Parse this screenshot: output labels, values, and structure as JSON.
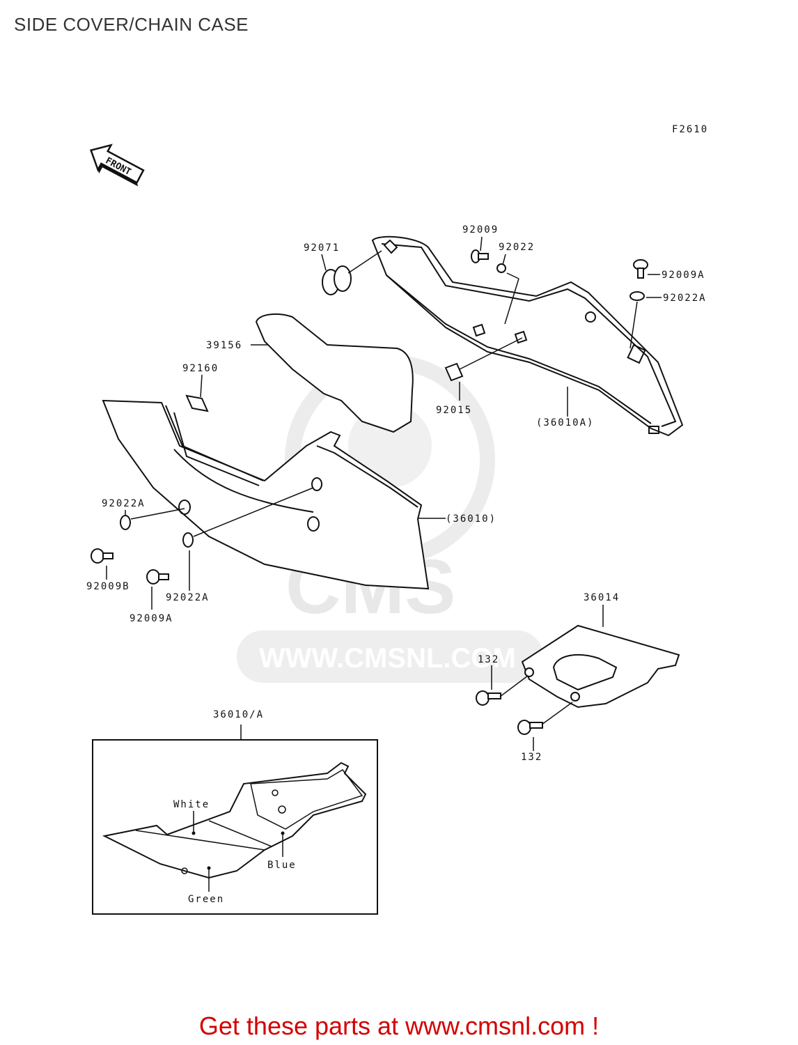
{
  "page": {
    "title": "SIDE COVER/CHAIN CASE",
    "figure_code": "F2610",
    "front_arrow": "FRONT",
    "footer": "Get these parts at www.cmsnl.com !"
  },
  "watermark": {
    "brand": "CMS",
    "url": "WWW.CMSNL.COM"
  },
  "parts": {
    "p92071": "92071",
    "p92009": "92009",
    "p92022": "92022",
    "p92009A_top": "92009A",
    "p92022A_top": "92022A",
    "p39156": "39156",
    "p92160": "92160",
    "p92015": "92015",
    "p36010A": "(36010A)",
    "p36010": "(36010)",
    "p92022A_left": "92022A",
    "p92009B": "92009B",
    "p92022A_bottom": "92022A",
    "p92009A_bottom": "92009A",
    "p36014": "36014",
    "p132_top": "132",
    "p132_bottom": "132",
    "p36010_A_inset": "36010/A"
  },
  "inset": {
    "white": "White",
    "blue": "Blue",
    "green": "Green"
  },
  "colors": {
    "title": "#333333",
    "footer": "#d40000",
    "watermark": "#e8e8e8",
    "line": "#111111"
  }
}
